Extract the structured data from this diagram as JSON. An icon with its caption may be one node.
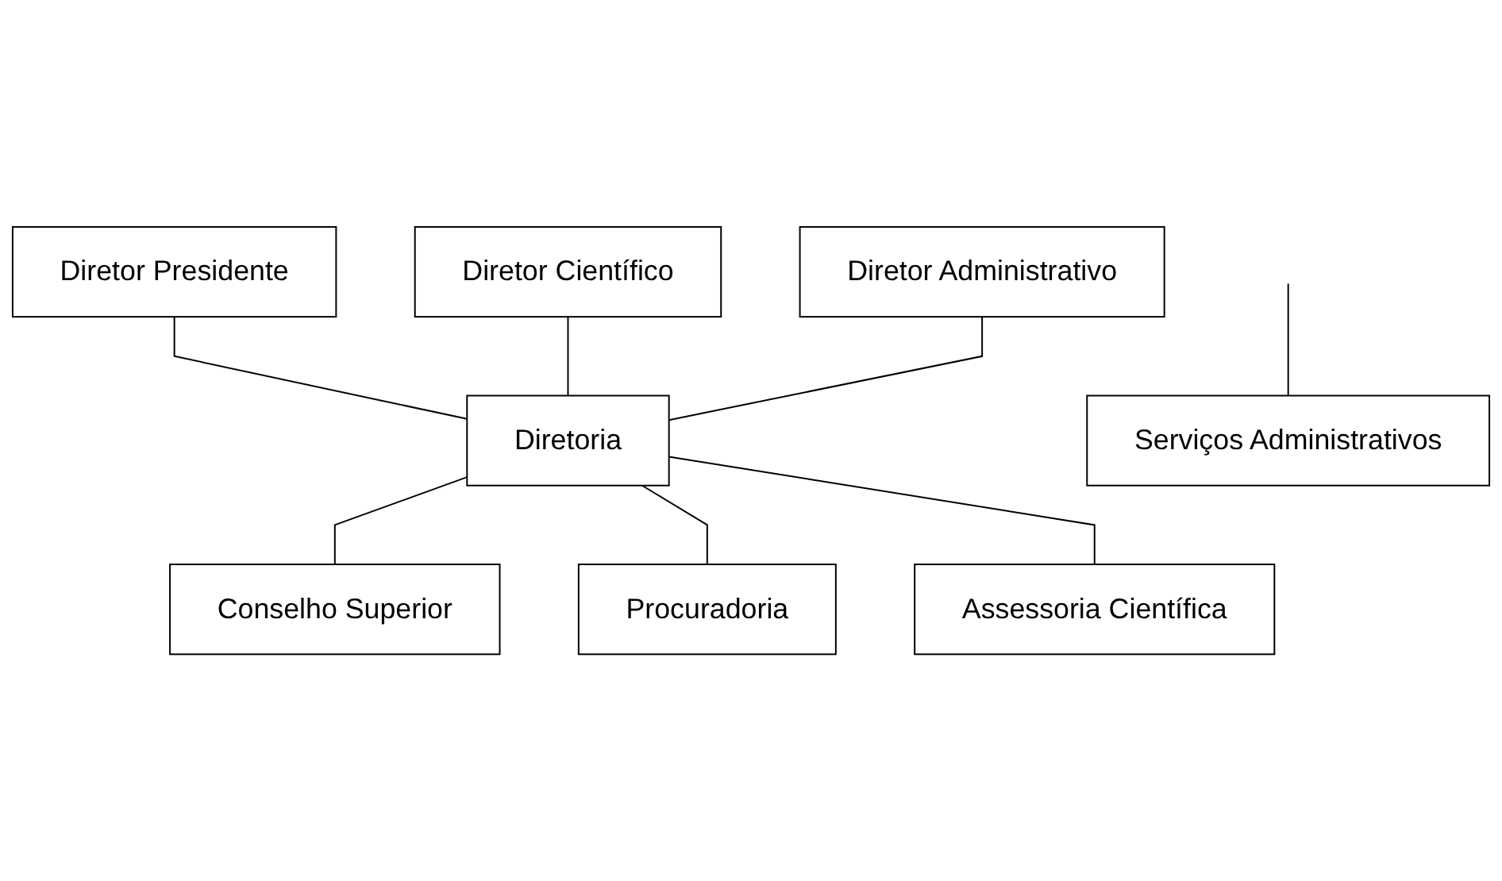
{
  "diagram": {
    "nodes": [
      {
        "text": [
          "Diretor Presidente"
        ]
      },
      {
        "text": [
          "Diretor Científico"
        ]
      },
      {
        "text": [
          "Diretor Administrativo"
        ]
      },
      {
        "text": [
          "Diretoria"
        ]
      },
      {
        "text": [
          "Conselho Superior"
        ]
      },
      {
        "text": [
          "Assessoria Científica"
        ]
      },
      {
        "text": [
          "Procuradoria"
        ]
      },
      {
        "text": [
          "Serviços Administrativos"
        ]
      }
    ],
    "edges": [
      {
        "from": 0,
        "to": 3,
        "arrow": "none"
      },
      {
        "from": 1,
        "to": 3,
        "arrow": "none"
      },
      {
        "from": 2,
        "to": 3,
        "arrow": "none"
      },
      {
        "from": 3,
        "to": 4,
        "arrow": "none"
      },
      {
        "from": 3,
        "to": 6,
        "arrow": "none"
      },
      {
        "from": 3,
        "to": 5,
        "arrow": "none"
      },
      {
        "from": null,
        "to": 7,
        "arrow": "none"
      }
    ]
  }
}
